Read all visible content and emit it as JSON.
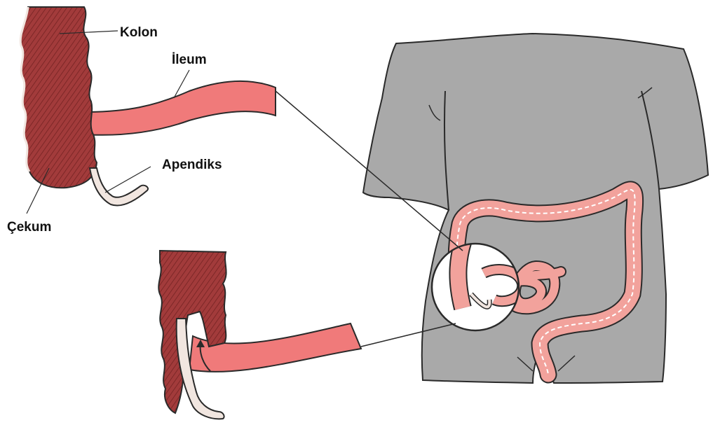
{
  "labels": {
    "kolon": "Kolon",
    "ileum": "İleum",
    "apendiks": "Apendiks",
    "cekum": "Çekum"
  },
  "colors": {
    "colon_wall": "#a23b3b",
    "ileum": "#f07a7a",
    "intestine_pink": "#f2a29c",
    "body": "#a9a9a9",
    "appendix": "#f1e6e0",
    "outline": "#2a2a2a"
  }
}
